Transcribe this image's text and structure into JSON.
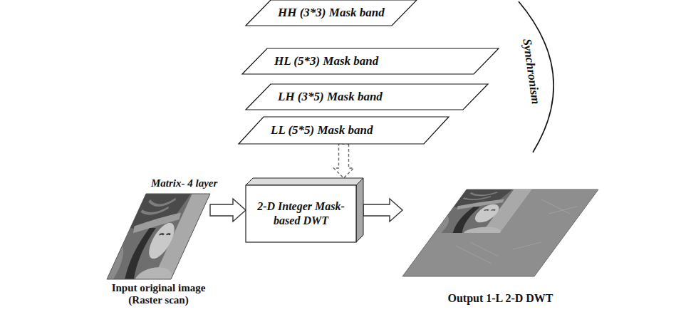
{
  "diagram": {
    "nodes": [
      {
        "text": [
          "HH (3*3) Mask band"
        ]
      },
      {
        "text": [
          "HL (5*3) Mask band"
        ]
      },
      {
        "text": [
          "LH (3*5) Mask band"
        ]
      },
      {
        "text": [
          "LL (5*5) Mask band"
        ]
      },
      {
        "text": [
          "Input original image (Raster scan)"
        ]
      },
      {
        "text": [
          "2-D Integer Mask-based DWT"
        ]
      },
      {
        "text": [
          "Output 1-L 2-D DWT"
        ]
      }
    ],
    "edges": [
      {
        "from": 3,
        "to": 5,
        "arrow": "to"
      },
      {
        "from": 4,
        "to": 5,
        "arrow": "to"
      },
      {
        "from": 5,
        "to": 6,
        "arrow": "to"
      }
    ],
    "labels": [
      "Matrix- 4 layer",
      "Synchronism"
    ]
  }
}
